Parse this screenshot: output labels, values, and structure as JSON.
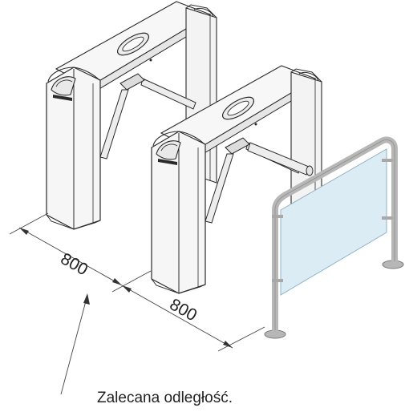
{
  "figure": {
    "dimensions": {
      "first_gap": "800",
      "second_gap": "800",
      "unit": ""
    },
    "note": "Zalecana odległość.",
    "objects": {
      "turnstile_count": 2,
      "has_glass_gate": true
    },
    "colors": {
      "outline": "#2a2a2a",
      "body_fill": "#f6f6f6",
      "arm_fill": "#ededed",
      "glass_fill": "#dcecf5",
      "frame_fill": "#b7b7b7",
      "dimension_line": "#444444"
    }
  }
}
